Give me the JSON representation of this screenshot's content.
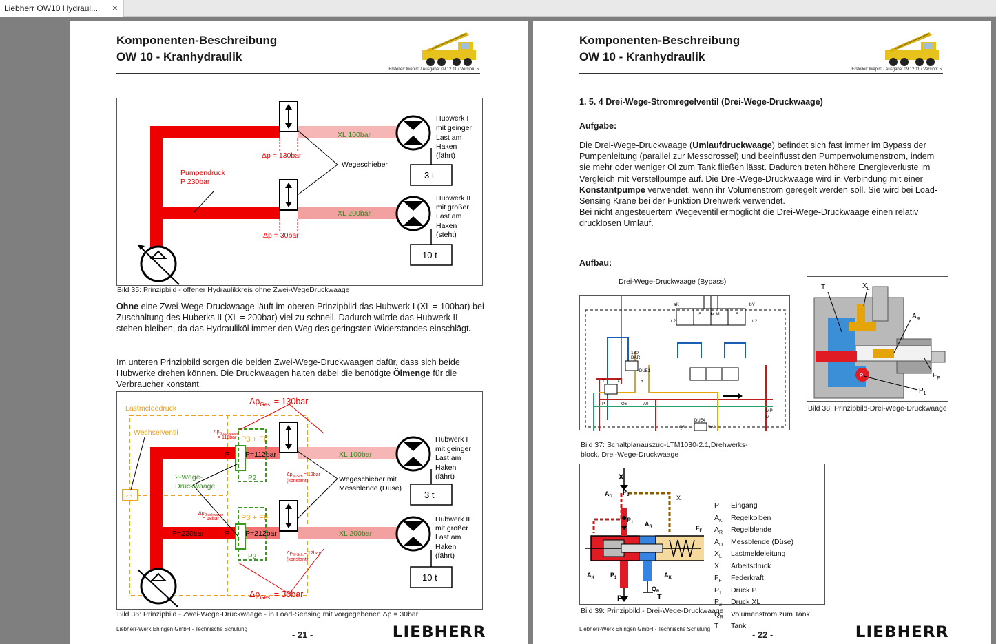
{
  "tab": {
    "title": "Liebherr OW10 Hydraul...",
    "close": "×"
  },
  "page_header": {
    "title_line1": "Komponenten-Beschreibung",
    "title_line2": "OW 10 - Kranhydraulik",
    "meta": "Ersteller: lwepir0 / Ausgabe: 09.12.11 / Version: 5"
  },
  "footer": {
    "company": "Liebherr-Werk Ehingen GmbH - Technische Schulung",
    "logo": "LIEBHERR"
  },
  "left_page": {
    "page_number": "- 21 -",
    "fig35": {
      "caption": "Bild 35: Prinzipbild - offener Hydraulikkreis ohne Zwei-WegeDruckwaage",
      "hubwerk1": [
        "Hubwerk I",
        "mit geinger",
        "Last am",
        "Haken",
        "(fährt)"
      ],
      "hubwerk2": [
        "Hubwerk II",
        "mit großer",
        "Last am",
        "Haken",
        "(steht)"
      ],
      "xl1": "XL 100bar",
      "xl2": "XL 200bar",
      "dp1": "Δp = 130bar",
      "dp2": "Δp = 30bar",
      "wegeschieber": "Wegeschieber",
      "pumpendruck": [
        "Pumpendruck",
        "P 230bar"
      ],
      "load1": "3 t",
      "load2": "10 t"
    },
    "para1": {
      "b1": "Ohne",
      "t1": " eine Zwei-Wege-Druckwaage läuft im oberen Prinzipbild das Hubwerk ",
      "b2": "I",
      "t2": " (XL = 100bar) bei Zuschaltung des Huberks II (XL = 200bar) viel zu schnell. Dadurch würde das Hubwerk II stehen bleiben, da das Hydrauliköl immer den Weg des geringsten Widerstandes einschlägt",
      "b3": "."
    },
    "para2": {
      "t1": "Im unteren Prinzipbild sorgen die beiden Zwei-Wege-Druckwaagen dafür, dass sich beide Hubwerke drehen können. Die Druckwaagen halten dabei die benötigte ",
      "b1": "Ölmenge",
      "t2": " für die Verbraucher konstant."
    },
    "fig36": {
      "caption": "Bild 36: Prinzipbild - Zwei-Wege-Druckwaage - in Load-Sensing mit vorgegebenen Δp = 30bar",
      "lastmeldedruck": "Lastmeldedruck",
      "wechselventil": "Wechselventil",
      "dp_ges1": "Δp",
      "dp_ges1_sub": "Ges.",
      "dp_ges1_val": " = 130bar",
      "dp_ges2_val": " = 30bar",
      "dp_dw1": "Δp",
      "dp_dw_sub": "Druckwaage",
      "dp_dw1_val": "= 118bar",
      "dp_dw2_val": "= 18bar",
      "p3pf": "P3 + FF",
      "p2": "P2",
      "p112": "P=112bar",
      "p212": "P=212bar",
      "p230": "P=230bar",
      "p": "P",
      "xl1": "XL 100bar",
      "xl2": "XL 200bar",
      "dpw_sub": "W-Sch.",
      "dpw_val": "= 12bar",
      "konstant": "(konstant)",
      "zwei_wege": [
        "2-Wege-",
        "Druckwaage"
      ],
      "wegeschieber": [
        "Wegeschieber mit",
        "Messblende (Düse)"
      ],
      "hubwerk1": [
        "Hubwerk I",
        "mit geinger",
        "Last am",
        "Haken",
        "(fährt)"
      ],
      "hubwerk2": [
        "Hubwerk II",
        "mit großer",
        "Last am",
        "Haken",
        "(fährt)"
      ],
      "load1": "3 t",
      "load2": "10 t"
    }
  },
  "right_page": {
    "page_number": "- 22 -",
    "section": "1. 5. 4 Drei-Wege-Stromregelventil (Drei-Wege-Druckwaage)",
    "aufgabe_heading": "Aufgabe:",
    "aufgabe_text": {
      "t1": "Die Drei-Wege-Druckwaage (",
      "b1": "Umlaufdruckwaage",
      "t2": ") befindet sich fast immer im Bypass der Pumpenleitung (parallel zur Messdrossel) und beeinflusst den Pumpenvolumenstrom, indem sie mehr oder weniger Öl zum Tank fließen lässt. Dadurch treten höhere Energieverluste im Vergleich mit Verstellpumpe auf. Die Drei-Wege-Druckwaage wird in Verbindung mit einer ",
      "b2": "Konstantpumpe",
      "t3": " verwendet, wenn ihr Volumenstrom geregelt werden soll. Sie wird bei Load-Sensing Krane bei der Funktion Drehwerk verwendet.",
      "t4": "Bei nicht angesteuertem Wegeventil ermöglicht die Drei-Wege-Druckwaage einen relativ drucklosen Umlauf."
    },
    "aufbau_heading": "Aufbau:",
    "fig37": {
      "title": "Drei-Wege-Druckwaage (Bypass)",
      "caption_l1": "Bild 37: Schaltplanauszug-LTM1030-2.1,Drehwerks-",
      "caption_l2": "block, Drei-Wege-Druckwaage",
      "labels": [
        "aK",
        "bY",
        "S",
        "M M",
        "S",
        "t 2",
        "t 2",
        "180",
        "BAR",
        "DUE1",
        "T",
        "X",
        "Y",
        "P",
        "Q6",
        "A0",
        "MP",
        "MT",
        "Q6",
        "DUE4",
        "WV"
      ]
    },
    "fig38": {
      "caption": "Bild 38: Prinzipbild-Drei-Wege-Druckwaage",
      "labels": [
        "T",
        "XL",
        "AR",
        "FF",
        "P1",
        "P"
      ]
    },
    "fig39": {
      "caption": "Bild 39: Prinzipbild - Drei-Wege-Druckwaage",
      "diagram_labels": [
        "X",
        "AD",
        "P2",
        "XL",
        "P1",
        "AR",
        "FF",
        "AK",
        "P1",
        "QR",
        "AK",
        "P",
        "T"
      ],
      "legend": [
        {
          "sym": "P",
          "sub": "",
          "text": "Eingang"
        },
        {
          "sym": "A",
          "sub": "K",
          "text": "Regelkolben"
        },
        {
          "sym": "A",
          "sub": "R",
          "text": "Regelblende"
        },
        {
          "sym": "A",
          "sub": "D",
          "text": "Messblende (Düse)"
        },
        {
          "sym": "X",
          "sub": "L",
          "text": "Lastmeldeleitung"
        },
        {
          "sym": "X",
          "sub": "",
          "text": "Arbeitsdruck"
        },
        {
          "sym": "F",
          "sub": "F",
          "text": "Federkraft"
        },
        {
          "sym": "P",
          "sub": "1",
          "text": "Druck P"
        },
        {
          "sym": "P",
          "sub": "2",
          "text": "Druck XL"
        },
        {
          "sym": "Q",
          "sub": "R",
          "text": "Volumenstrom zum Tank"
        },
        {
          "sym": "T",
          "sub": "",
          "text": "Tank"
        }
      ]
    }
  }
}
